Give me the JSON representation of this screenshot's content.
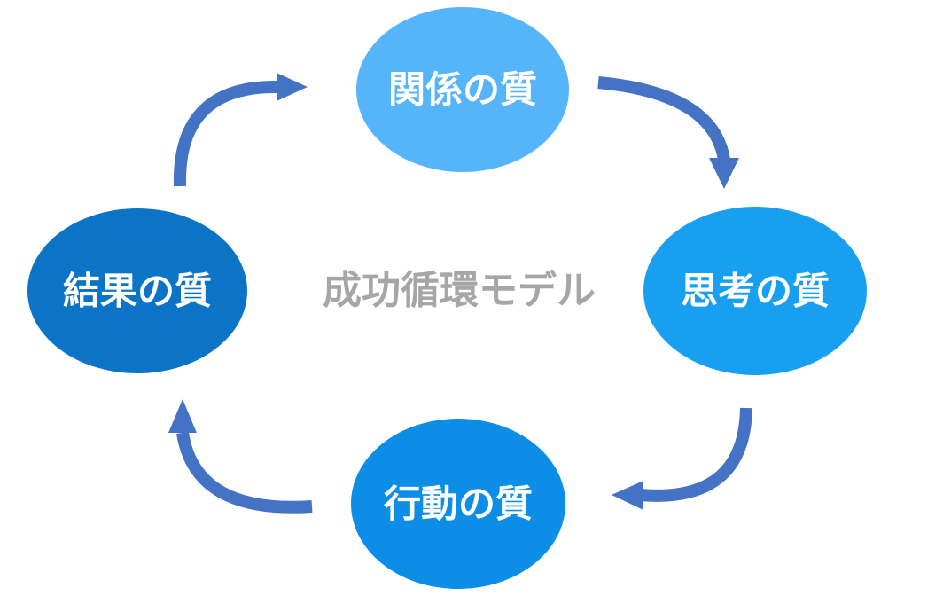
{
  "title": "成功循環モデル",
  "nodes": {
    "relationship": {
      "label": "関係の質",
      "color": "#56b4fb"
    },
    "thinking": {
      "label": "思考の質",
      "color": "#189ff0"
    },
    "action": {
      "label": "行動の質",
      "color": "#0d8ee6"
    },
    "result": {
      "label": "結果の質",
      "color": "#0b74c6"
    }
  },
  "colors": {
    "arrow": "#4472c4",
    "center_text": "#a6a6a6",
    "node_text": "#ffffff"
  }
}
